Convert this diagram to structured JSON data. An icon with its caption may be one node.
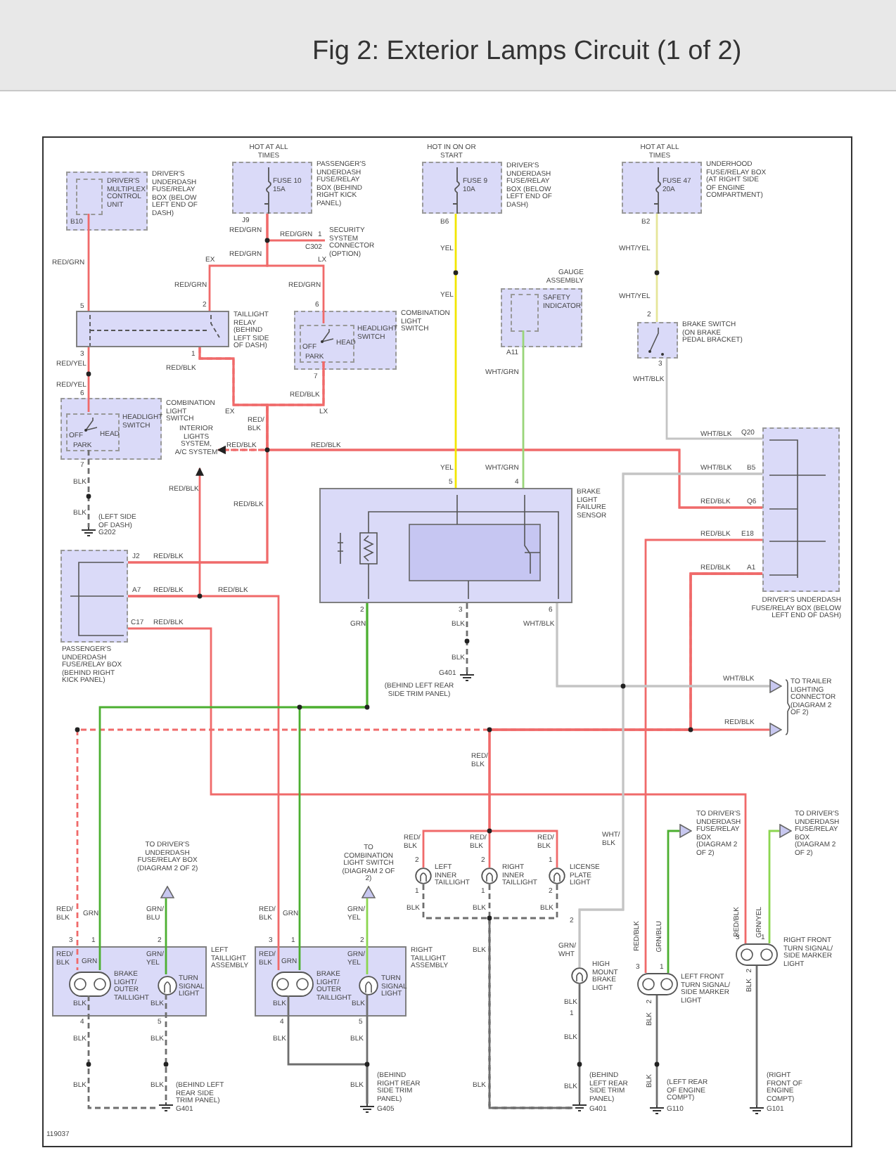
{
  "diagram": {
    "title": "Fig 2: Exterior Lamps Circuit (1 of 2)",
    "nodes": [
      {
        "text": [
          "DRIVER'S UNDERDASH FUSE/RELAY BOX (BELOW LEFT END OF DASH)"
        ]
      },
      {
        "text": [
          "DRIVER'S MULTIPLEX CONTROL UNIT"
        ],
        "in": 0
      },
      {
        "text": [
          "FUSE 10 15A",
          "PASSENGER'S UNDERDASH FUSE/RELAY BOX (BEHIND RIGHT KICK PANEL)"
        ],
        "beside": [
          "HOT AT ALL TIMES"
        ]
      },
      {
        "text": [
          "FUSE 9 10A",
          "DRIVER'S UNDERDASH FUSE/RELAY BOX (BELOW LEFT END OF DASH)"
        ],
        "beside": [
          "HOT IN ON OR START"
        ]
      },
      {
        "text": [
          "FUSE 47 20A",
          "UNDERHOOD FUSE/RELAY BOX (AT RIGHT SIDE OF ENGINE COMPARTMENT)"
        ],
        "beside": [
          "HOT AT ALL TIMES"
        ]
      },
      {
        "text": [
          "SECURITY SYSTEM CONNECTOR (OPTION)"
        ]
      },
      {
        "text": [
          "TAILLIGHT RELAY (BEHIND LEFT SIDE OF DASH)"
        ]
      },
      {
        "text": [
          "COMBINATION LIGHT SWITCH"
        ]
      },
      {
        "text": [
          "HEADLIGHT SWITCH",
          "OFF",
          "HEAD",
          "PARK"
        ],
        "in": 7
      },
      {
        "text": [
          "GAUGE ASSEMBLY"
        ]
      },
      {
        "text": [
          "SAFETY INDICATOR"
        ],
        "in": 9
      },
      {
        "text": [
          "BRAKE SWITCH (ON BRAKE PEDAL BRACKET)"
        ]
      },
      {
        "text": [
          "COMBINATION LIGHT SWITCH"
        ]
      },
      {
        "text": [
          "HEADLIGHT SWITCH",
          "OFF",
          "HEAD",
          "PARK"
        ],
        "in": 12
      },
      {
        "text": [
          "G202"
        ],
        "beside": [
          "(LEFT SIDE OF DASH)"
        ]
      },
      {
        "text": [
          "INTERIOR LIGHTS SYSTEM, A/C SYSTEM"
        ]
      },
      {
        "text": [
          "BRAKE LIGHT FAILURE SENSOR"
        ]
      },
      {
        "text": [
          "DRIVER'S UNDERDASH FUSE/RELAY BOX (BELOW LEFT END OF DASH)"
        ]
      },
      {
        "text": [
          "PASSENGER'S UNDERDASH FUSE/RELAY BOX (BEHIND RIGHT KICK PANEL)"
        ]
      },
      {
        "text": [
          "G401"
        ],
        "beside": [
          "(BEHIND LEFT REAR SIDE TRIM PANEL)"
        ]
      },
      {
        "text": [
          "TO TRAILER LIGHTING CONNECTOR (DIAGRAM 2 OF 2)"
        ]
      },
      {
        "text": [
          "TO DRIVER'S UNDERDASH FUSE/RELAY BOX (DIAGRAM 2 OF 2)"
        ]
      },
      {
        "text": [
          "TO COMBINATION LIGHT SWITCH (DIAGRAM 2 OF 2)"
        ]
      },
      {
        "text": [
          "LEFT TAILLIGHT ASSEMBLY"
        ]
      },
      {
        "text": [
          "BRAKE LIGHT/ OUTER TAILLIGHT"
        ],
        "in": 23
      },
      {
        "text": [
          "TURN SIGNAL LIGHT"
        ],
        "in": 23
      },
      {
        "text": [
          "RIGHT TAILLIGHT ASSEMBLY"
        ]
      },
      {
        "text": [
          "BRAKE LIGHT/ OUTER TAILLIGHT"
        ],
        "in": 26
      },
      {
        "text": [
          "TURN SIGNAL LIGHT"
        ],
        "in": 26
      },
      {
        "text": [
          "LEFT INNER TAILLIGHT"
        ]
      },
      {
        "text": [
          "RIGHT INNER TAILLIGHT"
        ]
      },
      {
        "text": [
          "LICENSE PLATE LIGHT"
        ]
      },
      {
        "text": [
          "HIGH MOUNT BRAKE LIGHT"
        ]
      },
      {
        "text": [
          "TO DRIVER'S UNDERDASH FUSE/RELAY BOX (DIAGRAM 2 OF 2)"
        ]
      },
      {
        "text": [
          "TO DRIVER'S UNDERDASH FUSE/RELAY BOX (DIAGRAM 2 OF 2)"
        ]
      },
      {
        "text": [
          "LEFT FRONT TURN SIGNAL/ SIDE MARKER LIGHT"
        ]
      },
      {
        "text": [
          "RIGHT FRONT TURN SIGNAL/ SIDE MARKER LIGHT"
        ]
      },
      {
        "text": [
          "G401"
        ],
        "beside": [
          "(BEHIND LEFT REAR SIDE TRIM PANEL)"
        ]
      },
      {
        "text": [
          "G405"
        ],
        "beside": [
          "(BEHIND RIGHT REAR SIDE TRIM PANEL)"
        ]
      },
      {
        "text": [
          "G401"
        ],
        "beside": [
          "(BEHIND LEFT REAR SIDE TRIM PANEL)"
        ]
      },
      {
        "text": [
          "G110"
        ],
        "beside": [
          "(LEFT REAR OF ENGINE COMPT)"
        ]
      },
      {
        "text": [
          "G101"
        ],
        "beside": [
          "(RIGHT FRONT OF ENGINE COMPT)"
        ]
      }
    ],
    "edges": [
      {
        "from": 1,
        "to": 6,
        "arrow": "none"
      },
      {
        "from": 6,
        "to": 13,
        "arrow": "none"
      },
      {
        "from": 2,
        "to": 5,
        "arrow": "none"
      },
      {
        "from": 2,
        "to": 6,
        "arrow": "none"
      },
      {
        "from": 2,
        "to": 8,
        "arrow": "none"
      },
      {
        "from": 6,
        "to": 15,
        "arrow": "to",
        "style": "dashed"
      },
      {
        "from": 8,
        "to": 15,
        "arrow": "to",
        "style": "dashed"
      },
      {
        "from": 6,
        "to": 17,
        "arrow": "none"
      },
      {
        "from": 8,
        "to": 17,
        "arrow": "none"
      },
      {
        "from": 6,
        "to": 18,
        "arrow": "none"
      },
      {
        "from": 8,
        "to": 18,
        "arrow": "none"
      },
      {
        "from": 18,
        "to": 15,
        "arrow": "to"
      },
      {
        "from": 18,
        "to": 27,
        "arrow": "none"
      },
      {
        "from": 18,
        "to": 36,
        "arrow": "none"
      },
      {
        "from": 17,
        "to": 24,
        "arrow": "none",
        "style": "dashed"
      },
      {
        "from": 17,
        "to": 20,
        "arrow": "none"
      },
      {
        "from": 17,
        "to": 29,
        "arrow": "none"
      },
      {
        "from": 17,
        "to": 30,
        "arrow": "none"
      },
      {
        "from": 17,
        "to": 31,
        "arrow": "none"
      },
      {
        "from": 17,
        "to": 35,
        "arrow": "none"
      },
      {
        "from": 3,
        "to": 16,
        "arrow": "none",
        "color": "#f2e600"
      },
      {
        "from": 10,
        "to": 16,
        "arrow": "none",
        "color": "#9ad57a"
      },
      {
        "from": 16,
        "to": 19,
        "arrow": "none",
        "style": "dashed",
        "color": "#6e6e6e"
      },
      {
        "from": 16,
        "to": 24,
        "arrow": "none",
        "color": "#4caf30"
      },
      {
        "from": 16,
        "to": 27,
        "arrow": "none",
        "color": "#4caf30"
      },
      {
        "from": 4,
        "to": 11,
        "arrow": "none",
        "color": "#e6e69a"
      },
      {
        "from": 11,
        "to": 17,
        "arrow": "none",
        "color": "#c4c4c4"
      },
      {
        "from": 17,
        "to": 20,
        "arrow": "none",
        "color": "#c4c4c4"
      },
      {
        "from": 17,
        "to": 32,
        "arrow": "none",
        "color": "#c4c4c4"
      },
      {
        "from": 16,
        "to": 20,
        "arrow": "none",
        "color": "#c4c4c4"
      },
      {
        "from": 16,
        "to": 32,
        "arrow": "none",
        "color": "#c4c4c4"
      },
      {
        "from": 25,
        "to": 21,
        "arrow": "none",
        "color": "#4caf30"
      },
      {
        "from": 28,
        "to": 22,
        "arrow": "none",
        "color": "#8cd650"
      },
      {
        "from": 35,
        "to": 33,
        "arrow": "none",
        "color": "#4caf30"
      },
      {
        "from": 36,
        "to": 34,
        "arrow": "none",
        "color": "#8cd650"
      },
      {
        "from": 24,
        "to": 37,
        "arrow": "none",
        "style": "dashed",
        "color": "#6e6e6e"
      },
      {
        "from": 25,
        "to": 37,
        "arrow": "none",
        "style": "dashed",
        "color": "#6e6e6e"
      },
      {
        "from": 27,
        "to": 38,
        "arrow": "none",
        "color": "#6e6e6e"
      },
      {
        "from": 28,
        "to": 38,
        "arrow": "none",
        "color": "#6e6e6e"
      },
      {
        "from": 29,
        "to": 39,
        "arrow": "none",
        "style": "dashed",
        "color": "#6e6e6e"
      },
      {
        "from": 30,
        "to": 39,
        "arrow": "none",
        "style": "dashed",
        "color": "#6e6e6e"
      },
      {
        "from": 31,
        "to": 39,
        "arrow": "none",
        "style": "dashed",
        "color": "#6e6e6e"
      },
      {
        "from": 32,
        "to": 39,
        "arrow": "none",
        "color": "#6e6e6e"
      },
      {
        "from": 35,
        "to": 40,
        "arrow": "none",
        "color": "#6e6e6e"
      },
      {
        "from": 36,
        "to": 41,
        "arrow": "none",
        "color": "#6e6e6e"
      },
      {
        "from": 13,
        "to": 14,
        "arrow": "none",
        "style": "dashed",
        "color": "#6e6e6e"
      }
    ],
    "labels": [
      "B10",
      "RED/GRN",
      "5",
      "3",
      "RED/YEL",
      "RED/YEL",
      "6",
      "7",
      "BLK",
      "BLK",
      "J9",
      "RED/GRN",
      "RED/GRN",
      "1",
      "C302",
      "RED/GRN",
      "EX",
      "LX",
      "RED/GRN",
      "2",
      "RED/GRN",
      "6",
      "1",
      "RED/BLK",
      "7",
      "RED/BLK",
      "EX",
      "LX",
      "RED/ BLK",
      "RED/BLK",
      "RED/BLK",
      "RED/BLK",
      "RED/BLK",
      "J2",
      "RED/BLK",
      "A7",
      "RED/BLK",
      "RED/BLK",
      "C17",
      "RED/BLK",
      "B6",
      "YEL",
      "YEL",
      "B2",
      "WHT/YEL",
      "WHT/YEL",
      "2",
      "A11",
      "3",
      "WHT/GRN",
      "WHT/BLK",
      "WHT/BLK",
      "Q20",
      "YEL",
      "5",
      "WHT/GRN",
      "4",
      "WHT/BLK",
      "B5",
      "RED/BLK",
      "Q6",
      "RED/BLK",
      "E18",
      "RED/BLK",
      "A1",
      "2",
      "GRN",
      "3",
      "BLK",
      "BLK",
      "6",
      "WHT/BLK",
      "WHT/BLK",
      "RED/BLK",
      "RED/ BLK",
      "RED/ BLK",
      "GRN",
      "GRN/ BLU",
      "3",
      "1",
      "2",
      "RED/ BLK",
      "GRN",
      "GRN/ YEL",
      "BLK",
      "BLK",
      "4",
      "5",
      "BLK",
      "BLK",
      "BLK",
      "BLK",
      "RED/ BLK",
      "GRN",
      "GRN/ YEL",
      "3",
      "1",
      "2",
      "RED/ BLK",
      "GRN",
      "GRN/ YEL",
      "BLK",
      "BLK",
      "4",
      "5",
      "BLK",
      "BLK",
      "BLK",
      "RED/ BLK",
      "RED/ BLK",
      "RED/ BLK",
      "2",
      "2",
      "1",
      "1",
      "1",
      "2",
      "BLK",
      "BLK",
      "BLK",
      "BLK",
      "BLK",
      "WHT/ BLK",
      "2",
      "GRN/ WHT",
      "BLK",
      "1",
      "BLK",
      "BLK",
      "RED/BLK",
      "GRN/BLU",
      "3",
      "1",
      "2",
      "BLK",
      "BLK",
      "RED/BLK",
      "GRN/YEL",
      "3",
      "1",
      "2",
      "BLK",
      "119037"
    ]
  }
}
